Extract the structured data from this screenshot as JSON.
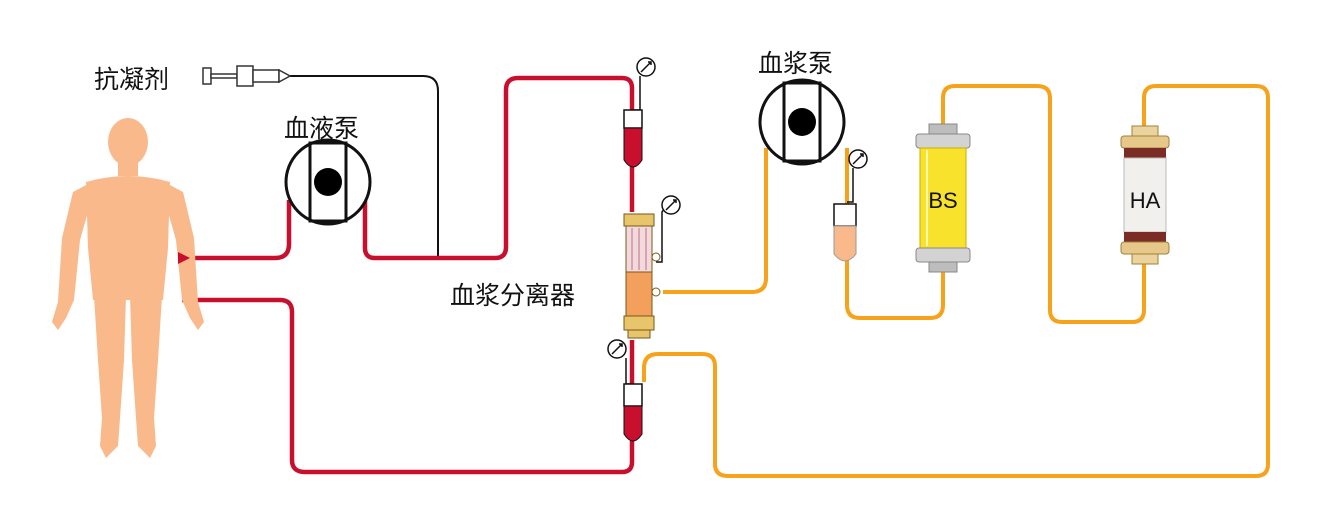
{
  "labels": {
    "anticoagulant": "抗凝剂",
    "blood_pump": "血液泵",
    "plasma_pump": "血浆泵",
    "plasma_separator": "血浆分离器",
    "bs_cartridge": "BS",
    "ha_cartridge": "HA"
  },
  "colors": {
    "blood_line": "#c8102e",
    "plasma_line": "#f7a21b",
    "anticoagulant_line": "#111111",
    "body": "#f9b98a",
    "bs_fill": "#f8e22b",
    "ha_band": "#7a2c25"
  },
  "icons": [
    "human-body-icon",
    "syringe-icon",
    "roller-pump-icon",
    "pressure-gauge-icon",
    "drip-chamber-icon",
    "filter-cartridge-icon"
  ]
}
